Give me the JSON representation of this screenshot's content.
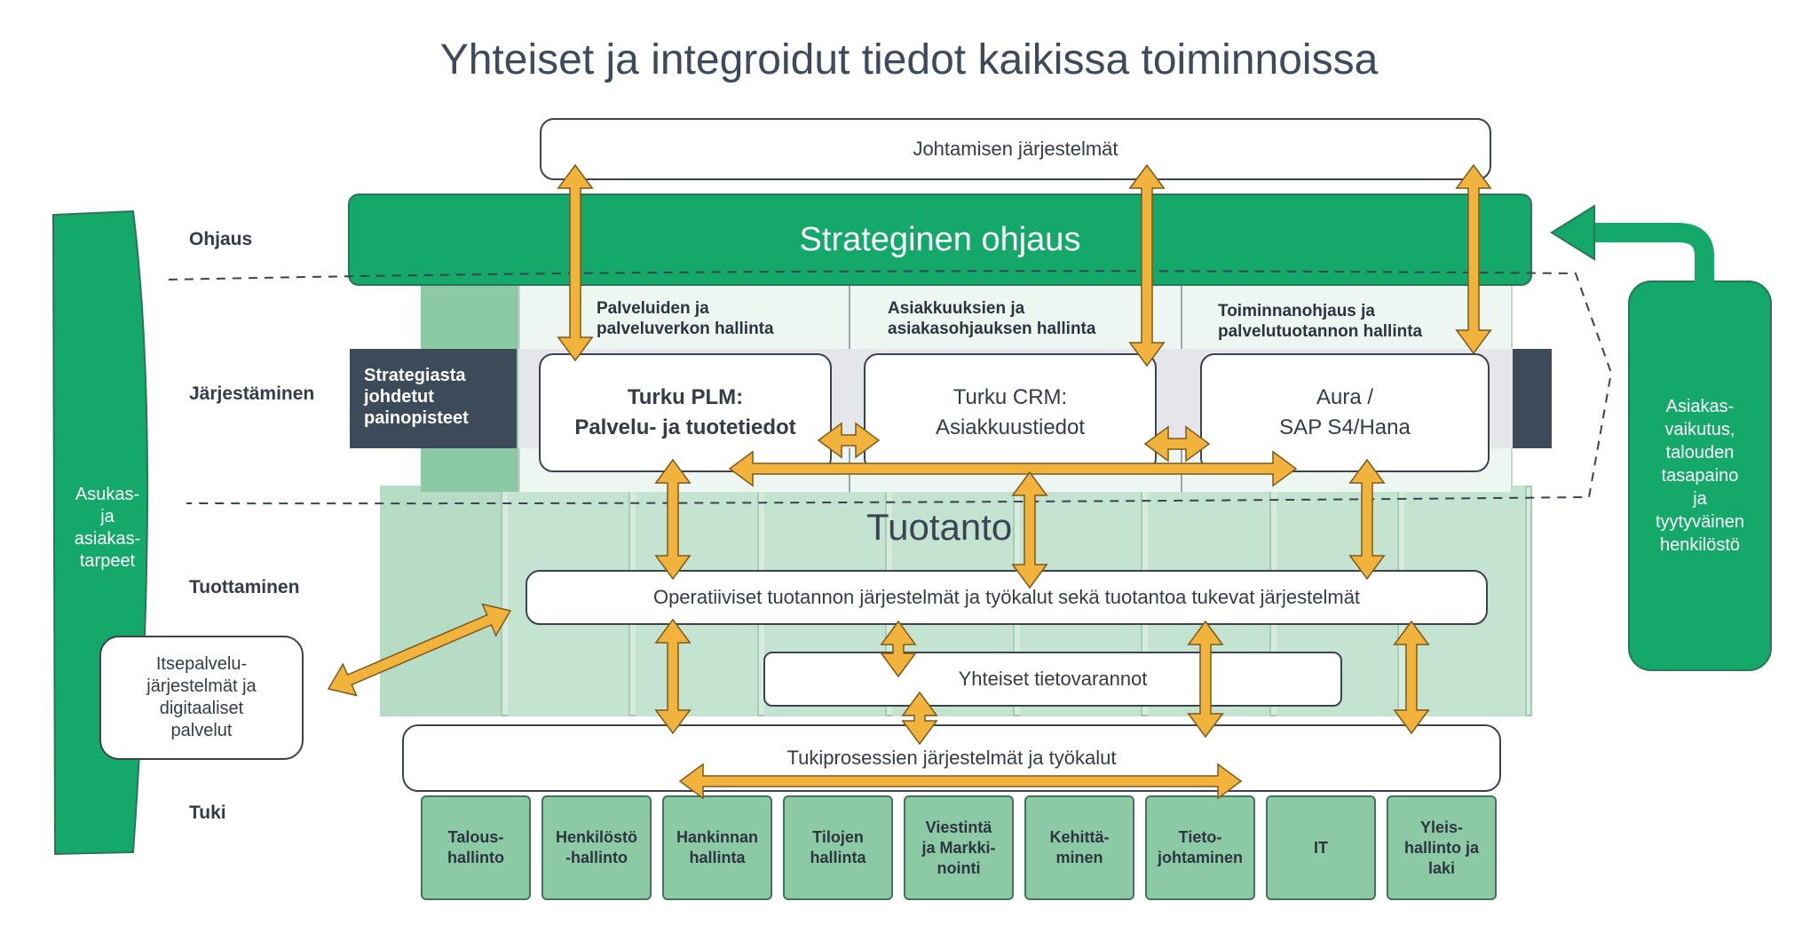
{
  "title": "Yhteiset ja integroidut tiedot kaikissa toiminnoissa",
  "colors": {
    "green": "#14a86a",
    "light_green": "#8cc9a5",
    "dark": "#3c4a5a",
    "arrow": "#f2b33d"
  },
  "rows": {
    "ohjaus": "Ohjaus",
    "jarjestaminen": "Järjestäminen",
    "tuottaminen": "Tuottaminen",
    "tuki": "Tuki"
  },
  "top_box": "Johtamisen järjestelmät",
  "strategic": "Strateginen ohjaus",
  "columns": [
    {
      "heading_lines": [
        "Palveluiden ja",
        "palveluverkon hallinta"
      ],
      "system_lines": [
        "Turku PLM:",
        "Palvelu- ja tuotetiedot"
      ]
    },
    {
      "heading_lines": [
        "Asiakkuuksien ja",
        "asiakasohjauksen hallinta"
      ],
      "system_lines": [
        "Turku CRM:",
        "Asiakkuustiedot"
      ]
    },
    {
      "heading_lines": [
        "Toiminnanohjaus ja",
        "palvelutuotannon hallinta"
      ],
      "system_lines": [
        "Aura /",
        "SAP S4/Hana"
      ]
    }
  ],
  "priorities_lines": [
    "Strategiasta",
    "johdetut",
    "painopisteet"
  ],
  "production": "Tuotanto",
  "operational": "Operatiiviset tuotannon järjestelmät ja työkalut sekä tuotantoa tukevat järjestelmät",
  "shared_data": "Yhteiset tietovarannot",
  "support_systems": "Tukiprosessien järjestelmät ja työkalut",
  "left_needs_lines": [
    "Asukas-",
    "ja",
    "asiakas-",
    "tarpeet"
  ],
  "self_service_lines": [
    "Itsepalvelu-",
    "järjestelmät ja",
    "digitaaliset",
    "palvelut"
  ],
  "right_outcome_lines": [
    "Asiakas-",
    "vaikutus,",
    "talouden",
    "tasapaino",
    "ja",
    "tyytyväinen",
    "henkilöstö"
  ],
  "support_units": [
    [
      "Talous-",
      "hallinto"
    ],
    [
      "Henkilöstö",
      "-hallinto"
    ],
    [
      "Hankinnan",
      "hallinta"
    ],
    [
      "Tilojen",
      "hallinta"
    ],
    [
      "Viestintä",
      "ja Markki-",
      "nointi"
    ],
    [
      "Kehittä-",
      "minen"
    ],
    [
      "Tieto-",
      "johtaminen"
    ],
    [
      "IT"
    ],
    [
      "Yleis-",
      "hallinto ja",
      "laki"
    ]
  ]
}
